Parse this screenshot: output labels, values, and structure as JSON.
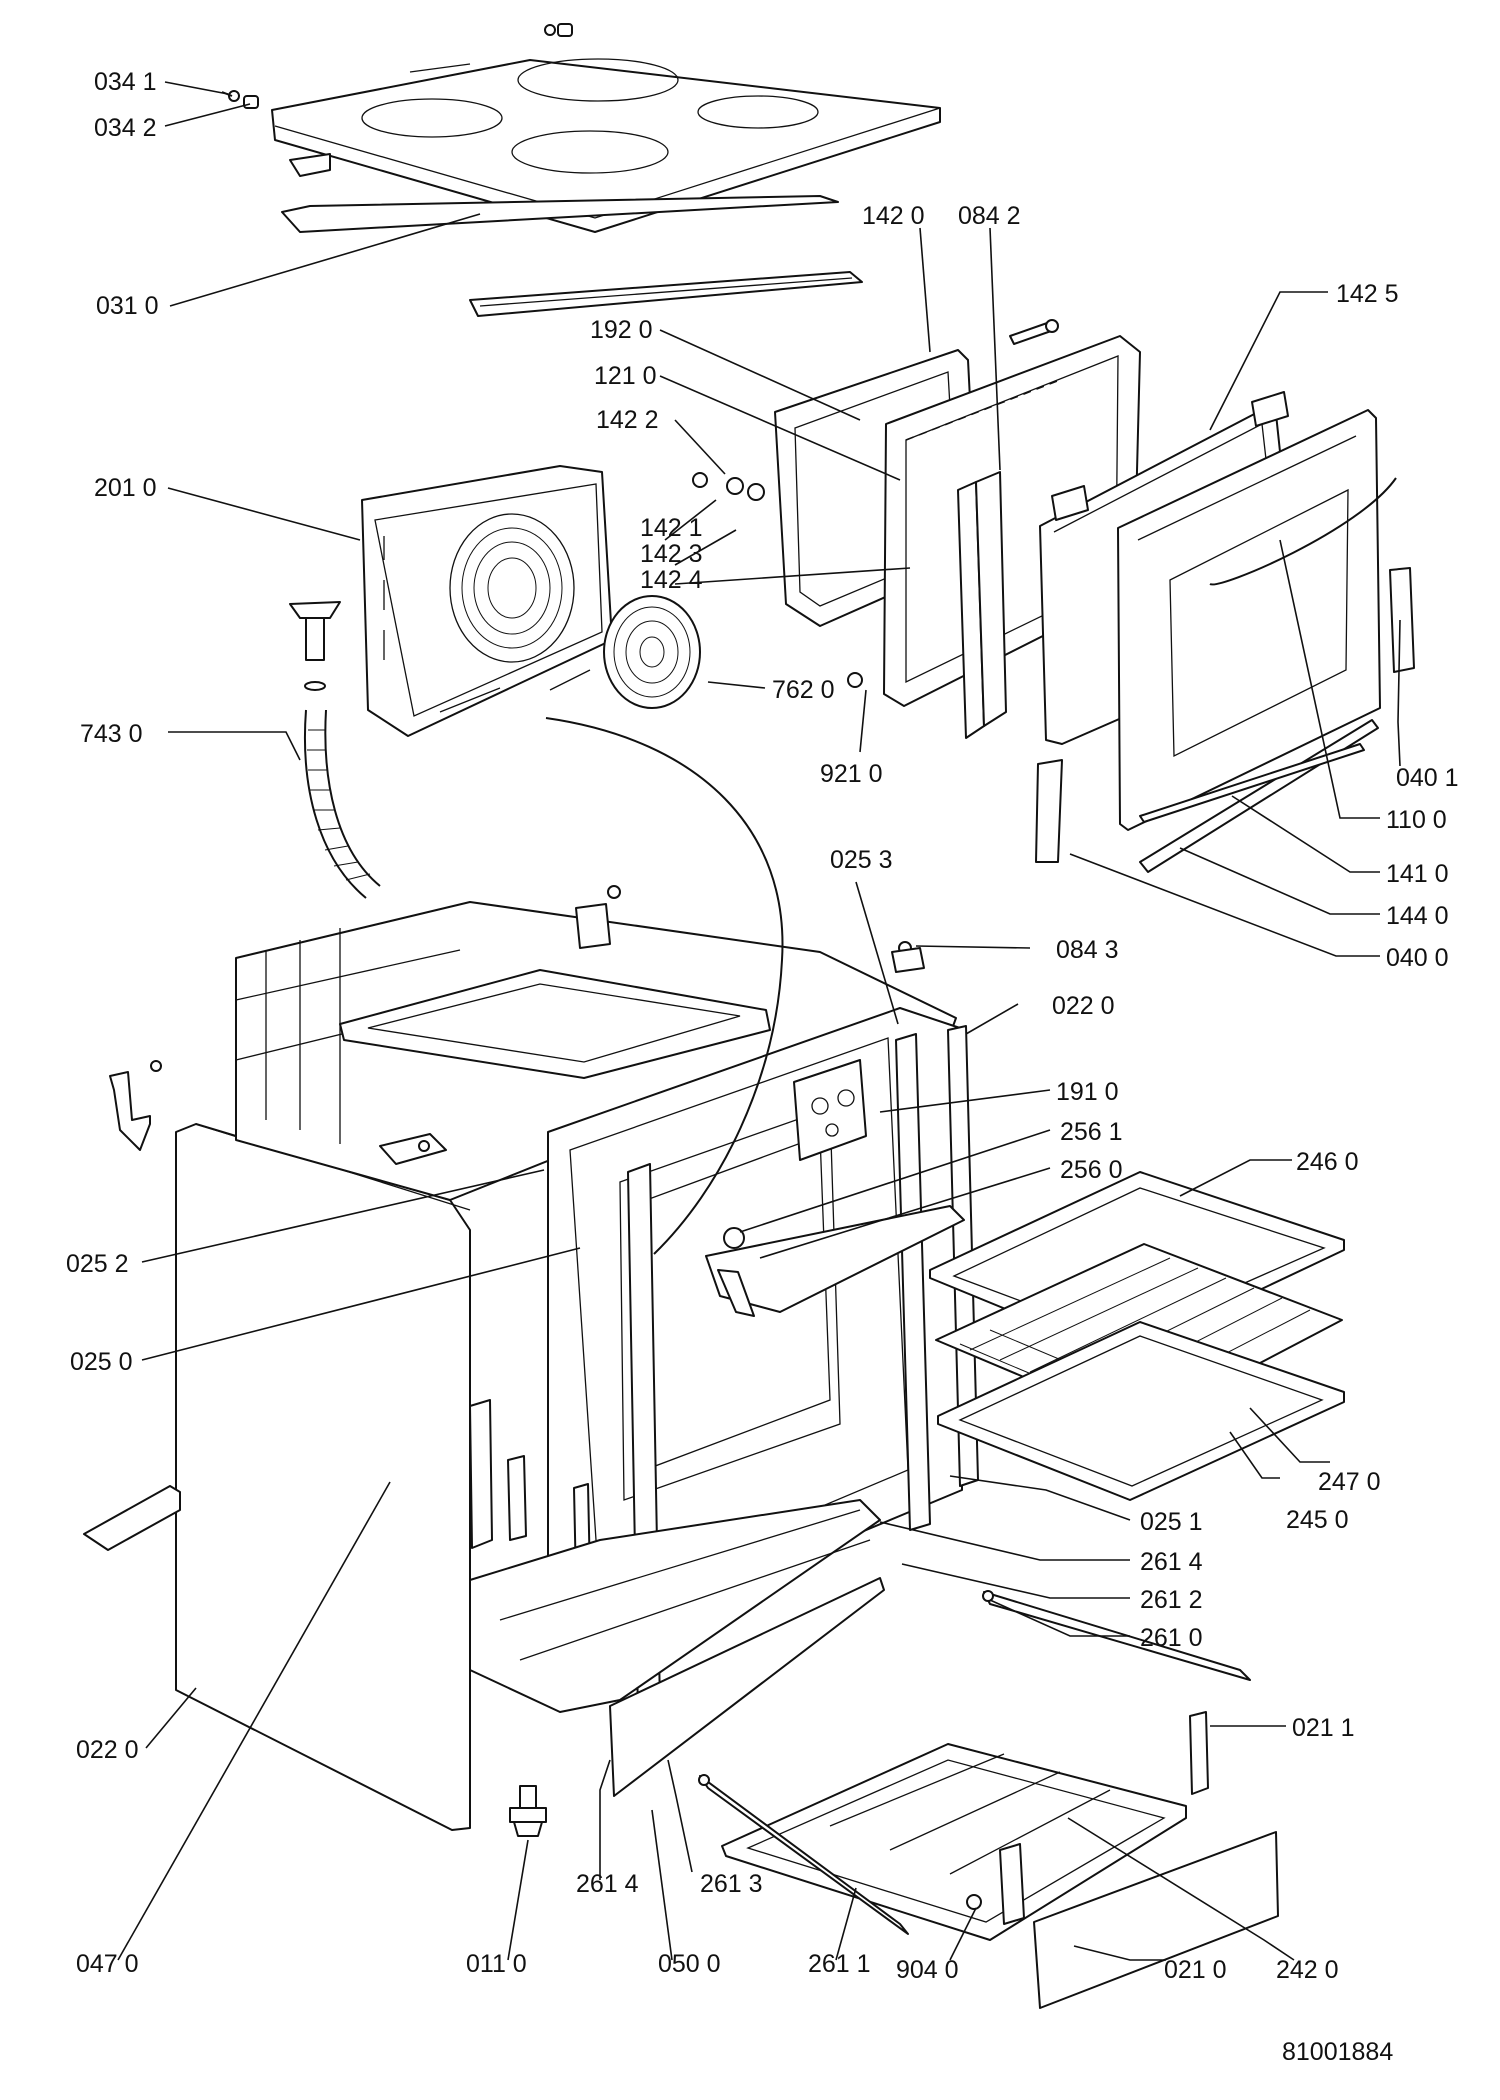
{
  "diagram": {
    "drawing_number": "81001884",
    "labels": {
      "l0341": "034 1",
      "l0342": "034 2",
      "l0310": "031 0",
      "l1420": "142 0",
      "l0842": "084 2",
      "l1425": "142 5",
      "l1920": "192 0",
      "l1210": "121 0",
      "l1422": "142 2",
      "l2010": "201 0",
      "l1421": "142 1",
      "l1423": "142 3",
      "l1424": "142 4",
      "l7620": "762 0",
      "l7430": "743 0",
      "l9210": "921 0",
      "l0401": "040 1",
      "l1100": "110 0",
      "l0253": "025 3",
      "l1410": "141 0",
      "l1440": "144 0",
      "l0400": "040 0",
      "l0843": "084 3",
      "l0220a": "022 0",
      "l1910": "191 0",
      "l2561": "256 1",
      "l2560": "256 0",
      "l2460": "246 0",
      "l0252": "025 2",
      "l0250": "025 0",
      "l2470": "247 0",
      "l0251": "025 1",
      "l2450": "245 0",
      "l2614a": "261 4",
      "l2612": "261 2",
      "l2610": "261 0",
      "l0211": "021 1",
      "l0220b": "022 0",
      "l2614b": "261 4",
      "l2613": "261 3",
      "l0470": "047 0",
      "l0110": "011 0",
      "l0500": "050 0",
      "l2611": "261 1",
      "l9040": "904 0",
      "l0210": "021 0",
      "l2420": "242 0"
    }
  }
}
